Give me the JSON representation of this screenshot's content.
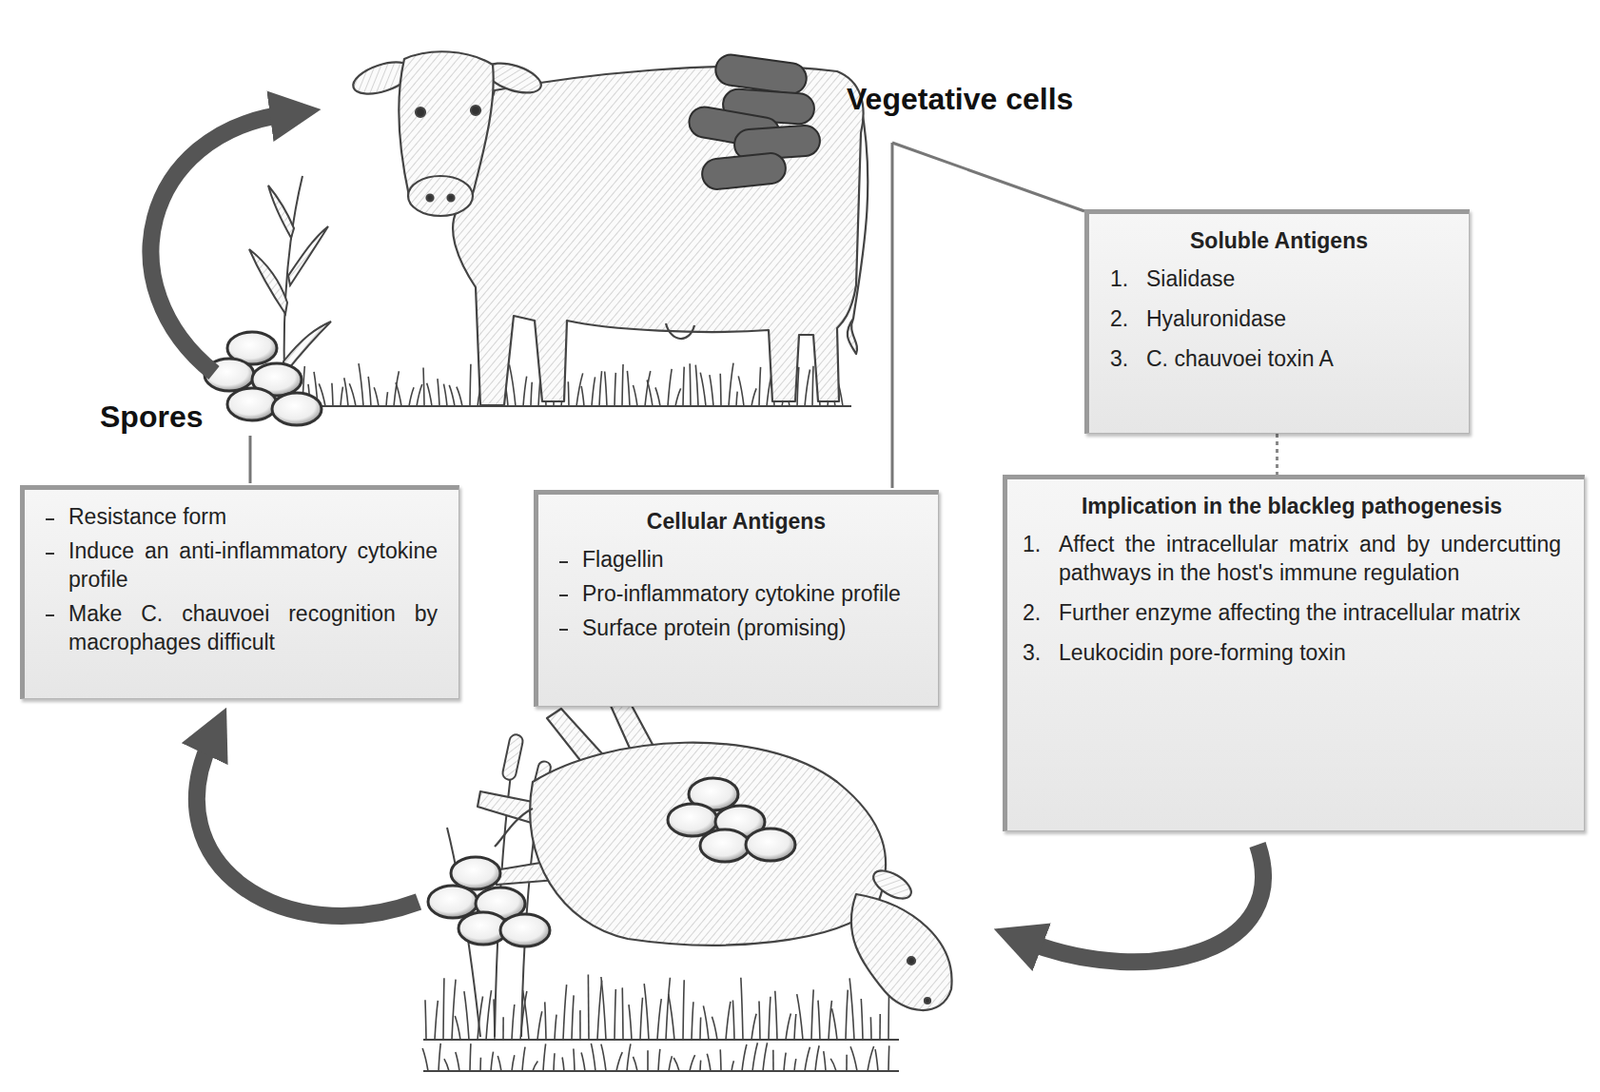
{
  "diagram": {
    "nodes": [
      {
        "text": [
          "Soluble Antigens",
          "1.",
          "Sialidase",
          "2.",
          "Hyaluronidase",
          "3.",
          "C. chauvoei toxin A"
        ]
      },
      {
        "text": [
          "Resistance form",
          "Induce an anti-inflammatory cytokine profile",
          "Make C. chauvoei recognition by macrophages difficult"
        ]
      },
      {
        "text": [
          "Cellular Antigens",
          "Flagellin",
          "Pro-inflammatory cytokine profile",
          "Surface protein (promising)"
        ]
      },
      {
        "text": [
          "Implication in the blackleg pathogenesis",
          "1.",
          "Affect the intracellular matrix and by undercutting pathways in the host's immune regulation",
          "2.",
          "Further enzyme affecting the intracellular matrix",
          "3.",
          "Leukocidin pore-forming toxin"
        ]
      }
    ],
    "edges": [
      {
        "from": 0,
        "to": 3,
        "arrow": "none"
      }
    ],
    "labels": [
      "Vegetative cells",
      "Spores"
    ]
  }
}
